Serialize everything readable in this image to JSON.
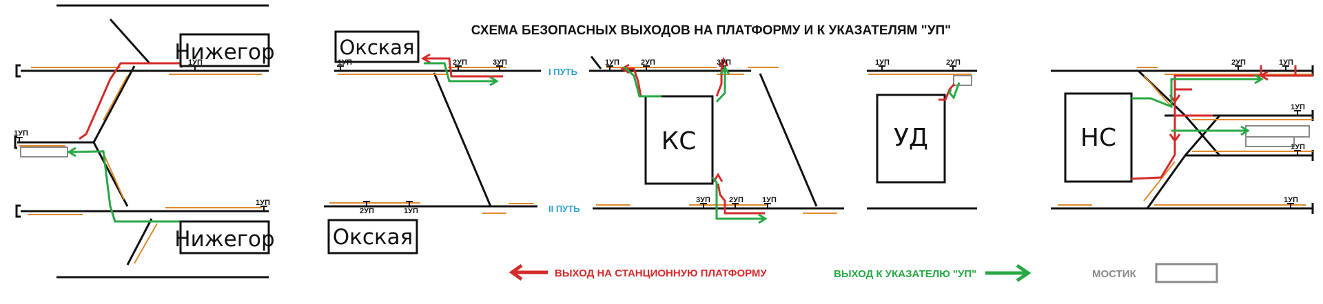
{
  "title": "СХЕМА БЕЗОПАСНЫХ ВЫХОДОВ НА ПЛАТФОРМУ И К УКАЗАТЕЛЯМ \"УП\"",
  "colors": {
    "track": "#111111",
    "platform": "#e08a2c",
    "exit_to_platform": "#d42a2a",
    "exit_to_sign": "#27a844",
    "bridge": "#8a8a8a",
    "track_label": "#2b9fd0"
  },
  "track_labels": {
    "track1": "I ПУТЬ",
    "track2": "II ПУТЬ"
  },
  "stations": {
    "nizhegor_top": "Нижегор",
    "nizhegor_bottom": "Нижегор",
    "okskaya_top": "Окская",
    "okskaya_bottom": "Окская",
    "ks": "КС",
    "ud": "УД",
    "ns": "НС"
  },
  "signs": {
    "up1": "1УП",
    "up2": "2УП",
    "up3": "3УП"
  },
  "legend": {
    "platform_exit": "ВЫХОД НА СТАНЦИОННУЮ ПЛАТФОРМУ",
    "sign_exit": "ВЫХОД К УКАЗАТЕЛЮ \"УП\"",
    "bridge": "МОСТИК"
  }
}
